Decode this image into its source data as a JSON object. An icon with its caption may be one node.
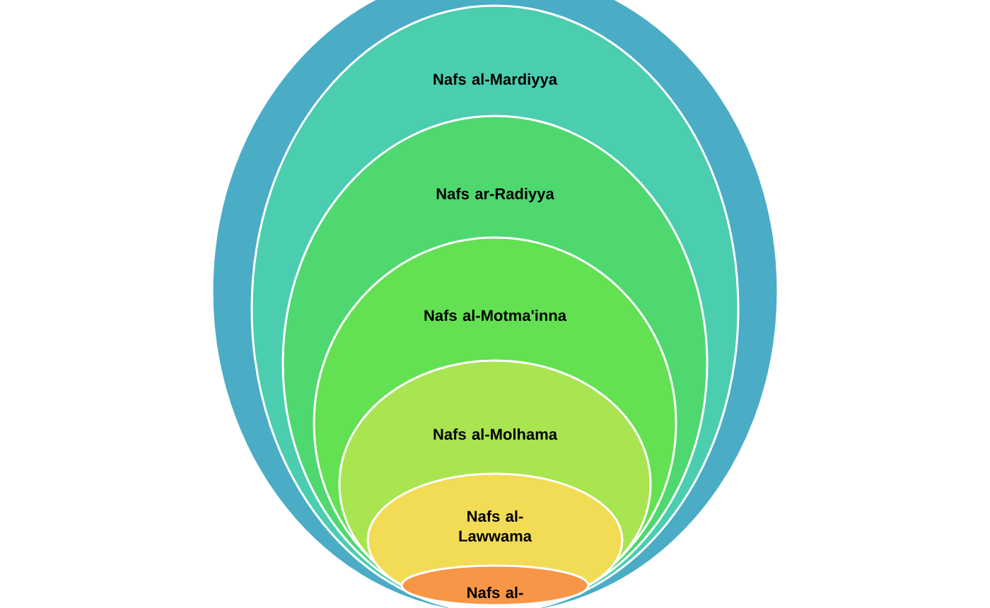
{
  "diagram": {
    "nodes": [
      {
        "text": [],
        "shape": "circle"
      },
      {
        "text": [
          "Nafs al-Mardiyya"
        ],
        "in": 0
      },
      {
        "text": [
          "Nafs ar-Radiyya"
        ],
        "in": 1
      },
      {
        "text": [
          "Nafs al-Motma'inna"
        ],
        "in": 2
      },
      {
        "text": [
          "Nafs al-Molhama"
        ],
        "in": 3
      },
      {
        "text": [
          "Nafs al- Lawwama"
        ],
        "in": 4
      },
      {
        "text": [
          "Nafs al-"
        ],
        "in": 5
      }
    ]
  }
}
